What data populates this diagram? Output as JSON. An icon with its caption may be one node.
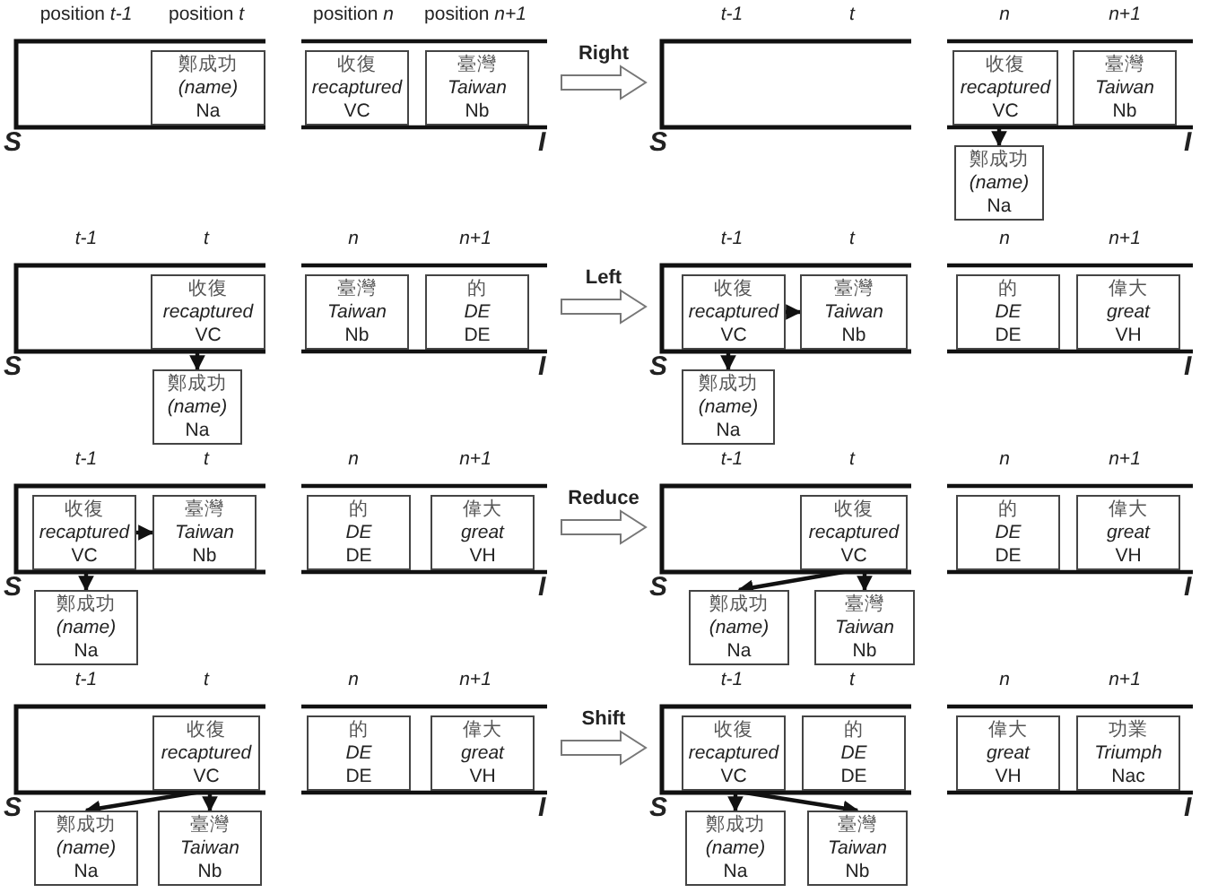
{
  "diagram": {
    "nodes": [
      {
        "text": [],
        "shape": "box",
        "beside": [
          "S"
        ]
      },
      {
        "text": [
          "鄭成功",
          "(name)",
          "Na"
        ],
        "in": 0
      },
      {
        "text": [],
        "shape": "box",
        "beside": [
          "I"
        ]
      },
      {
        "text": [
          "收復",
          "recaptured",
          "VC"
        ],
        "in": 2
      },
      {
        "text": [
          "臺灣",
          "Taiwan",
          "Nb"
        ],
        "in": 2
      },
      {
        "text": [],
        "shape": "box",
        "beside": [
          "S"
        ]
      },
      {
        "text": [],
        "shape": "box",
        "beside": [
          "I"
        ]
      },
      {
        "text": [
          "收復",
          "recaptured",
          "VC"
        ],
        "in": 6
      },
      {
        "text": [
          "臺灣",
          "Taiwan",
          "Nb"
        ],
        "in": 6
      },
      {
        "text": [
          "鄭成功",
          "(name)",
          "Na"
        ]
      },
      {
        "text": [],
        "shape": "box",
        "beside": [
          "S"
        ]
      },
      {
        "text": [
          "收復",
          "recaptured",
          "VC"
        ],
        "in": 10
      },
      {
        "text": [],
        "shape": "box",
        "beside": [
          "I"
        ]
      },
      {
        "text": [
          "臺灣",
          "Taiwan",
          "Nb"
        ],
        "in": 12
      },
      {
        "text": [
          "的",
          "DE",
          "DE"
        ],
        "in": 12
      },
      {
        "text": [
          "鄭成功",
          "(name)",
          "Na"
        ]
      },
      {
        "text": [],
        "shape": "box",
        "beside": [
          "S"
        ]
      },
      {
        "text": [
          "收復",
          "recaptured",
          "VC"
        ],
        "in": 16
      },
      {
        "text": [
          "臺灣",
          "Taiwan",
          "Nb"
        ],
        "in": 16
      },
      {
        "text": [],
        "shape": "box",
        "beside": [
          "I"
        ]
      },
      {
        "text": [
          "的",
          "DE",
          "DE"
        ],
        "in": 19
      },
      {
        "text": [
          "偉大",
          "great",
          "VH"
        ],
        "in": 19
      },
      {
        "text": [
          "鄭成功",
          "(name)",
          "Na"
        ]
      },
      {
        "text": [],
        "shape": "box",
        "beside": [
          "S"
        ]
      },
      {
        "text": [
          "收復",
          "recaptured",
          "VC"
        ],
        "in": 23
      },
      {
        "text": [
          "臺灣",
          "Taiwan",
          "Nb"
        ],
        "in": 23
      },
      {
        "text": [],
        "shape": "box",
        "beside": [
          "I"
        ]
      },
      {
        "text": [
          "的",
          "DE",
          "DE"
        ],
        "in": 26
      },
      {
        "text": [
          "偉大",
          "great",
          "VH"
        ],
        "in": 26
      },
      {
        "text": [
          "鄭成功",
          "(name)",
          "Na"
        ]
      },
      {
        "text": [],
        "shape": "box",
        "beside": [
          "S"
        ]
      },
      {
        "text": [
          "收復",
          "recaptured",
          "VC"
        ],
        "in": 30
      },
      {
        "text": [],
        "shape": "box",
        "beside": [
          "I"
        ]
      },
      {
        "text": [
          "的",
          "DE",
          "DE"
        ],
        "in": 32
      },
      {
        "text": [
          "偉大",
          "great",
          "VH"
        ],
        "in": 32
      },
      {
        "text": [
          "鄭成功",
          "(name)",
          "Na"
        ]
      },
      {
        "text": [
          "臺灣",
          "Taiwan",
          "Nb"
        ]
      },
      {
        "text": [],
        "shape": "box",
        "beside": [
          "S"
        ]
      },
      {
        "text": [
          "收復",
          "recaptured",
          "VC"
        ],
        "in": 37
      },
      {
        "text": [],
        "shape": "box",
        "beside": [
          "I"
        ]
      },
      {
        "text": [
          "的",
          "DE",
          "DE"
        ],
        "in": 39
      },
      {
        "text": [
          "偉大",
          "great",
          "VH"
        ],
        "in": 39
      },
      {
        "text": [
          "鄭成功",
          "(name)",
          "Na"
        ]
      },
      {
        "text": [
          "臺灣",
          "Taiwan",
          "Nb"
        ]
      },
      {
        "text": [],
        "shape": "box",
        "beside": [
          "S"
        ]
      },
      {
        "text": [
          "收復",
          "recaptured",
          "VC"
        ],
        "in": 44
      },
      {
        "text": [
          "的",
          "DE",
          "DE"
        ],
        "in": 44
      },
      {
        "text": [],
        "shape": "box",
        "beside": [
          "I"
        ]
      },
      {
        "text": [
          "偉大",
          "great",
          "VH"
        ],
        "in": 47
      },
      {
        "text": [
          "功業",
          "Triumph",
          "Nac"
        ],
        "in": 47
      },
      {
        "text": [
          "鄭成功",
          "(name)",
          "Na"
        ]
      },
      {
        "text": [
          "臺灣",
          "Taiwan",
          "Nb"
        ]
      }
    ],
    "edges": [
      {
        "from": 2,
        "to": 5,
        "arrow": "to",
        "label": "Right",
        "style": "thick"
      },
      {
        "from": 7,
        "to": 9,
        "arrow": "to"
      },
      {
        "from": 11,
        "to": 15,
        "arrow": "to"
      },
      {
        "from": 12,
        "to": 16,
        "arrow": "to",
        "label": "Left",
        "style": "thick"
      },
      {
        "from": 17,
        "to": 18,
        "arrow": "to"
      },
      {
        "from": 17,
        "to": 22,
        "arrow": "to"
      },
      {
        "from": 24,
        "to": 25,
        "arrow": "to"
      },
      {
        "from": 24,
        "to": 29,
        "arrow": "to"
      },
      {
        "from": 26,
        "to": 30,
        "arrow": "to",
        "label": "Reduce",
        "style": "thick"
      },
      {
        "from": 31,
        "to": 35,
        "arrow": "to"
      },
      {
        "from": 31,
        "to": 36,
        "arrow": "to"
      },
      {
        "from": 38,
        "to": 42,
        "arrow": "to"
      },
      {
        "from": 38,
        "to": 43,
        "arrow": "to"
      },
      {
        "from": 39,
        "to": 44,
        "arrow": "to",
        "label": "Shift",
        "style": "thick"
      },
      {
        "from": 45,
        "to": 50,
        "arrow": "to"
      },
      {
        "from": 45,
        "to": 51,
        "arrow": "to"
      }
    ],
    "labels": [
      "position *t-1*",
      "position *t*",
      "position *n*",
      "position *n+1*",
      "t-1",
      "t",
      "n",
      "n+1",
      "t-1",
      "t",
      "n",
      "n+1",
      "t-1",
      "t",
      "n",
      "n+1",
      "t-1",
      "t",
      "n",
      "n+1",
      "t-1",
      "t",
      "n",
      "n+1",
      "t-1",
      "t",
      "n",
      "n+1",
      "t-1",
      "t",
      "n",
      "n+1"
    ]
  }
}
